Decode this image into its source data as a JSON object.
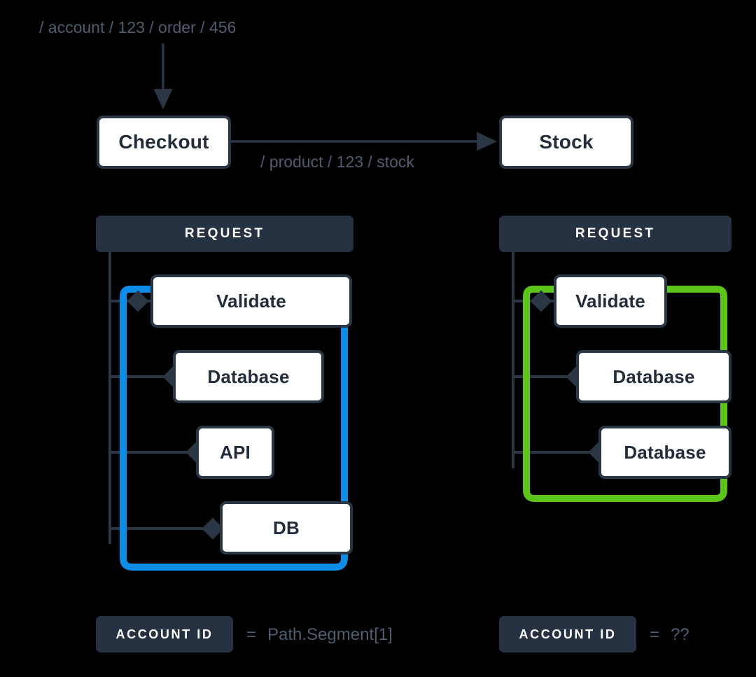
{
  "colors": {
    "background": "#000000",
    "node_border": "#2b3645",
    "node_fill": "#ffffff",
    "node_text": "#222c3a",
    "header_fill": "#263242",
    "header_text": "#ffffff",
    "muted_text": "#4f5d70",
    "connector": "#2b3645",
    "highlight_left": "#0d8ce8",
    "highlight_right": "#5cc41a"
  },
  "top": {
    "incoming_path": "/ account / 123 / order / 456",
    "outgoing_path": "/ product / 123 / stock",
    "services": [
      {
        "label": "Checkout",
        "name": "checkout"
      },
      {
        "label": "Stock",
        "name": "stock"
      }
    ]
  },
  "panels": [
    {
      "name": "left-request-panel",
      "header": "REQUEST",
      "highlight": "#0d8ce8",
      "steps": [
        {
          "label": "Validate"
        },
        {
          "label": "Database"
        },
        {
          "label": "API"
        },
        {
          "label": "DB"
        }
      ],
      "badge": {
        "label": "ACCOUNT ID",
        "equals": "=",
        "value": "Path.Segment[1]"
      }
    },
    {
      "name": "right-request-panel",
      "header": "REQUEST",
      "highlight": "#5cc41a",
      "steps": [
        {
          "label": "Validate"
        },
        {
          "label": "Database"
        },
        {
          "label": "Database"
        }
      ],
      "badge": {
        "label": "ACCOUNT ID",
        "equals": "=",
        "value": "??"
      }
    }
  ]
}
